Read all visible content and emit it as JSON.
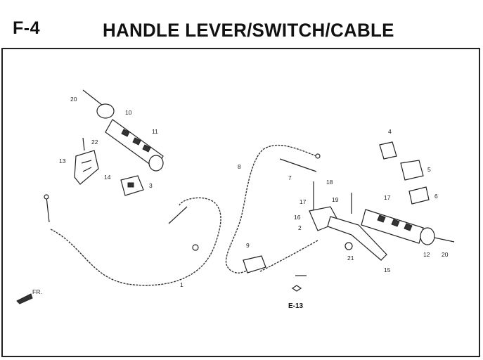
{
  "header": {
    "code": "F-4",
    "title": "HANDLE LEVER/SWITCH/CABLE"
  },
  "callouts": {
    "p1": "1",
    "p2": "2",
    "p3": "3",
    "p4": "4",
    "p5": "5",
    "p6": "6",
    "p7": "7",
    "p8": "8",
    "p9": "9",
    "p10": "10",
    "p11": "11",
    "p12": "12",
    "p13": "13",
    "p14": "14",
    "p15": "15",
    "p16": "16",
    "p17": "17",
    "p17b": "17",
    "p18": "18",
    "p19": "19",
    "p20": "20",
    "p20b": "20",
    "p21": "21",
    "p22": "22"
  },
  "reference": "E-13",
  "front_marker": "FR."
}
